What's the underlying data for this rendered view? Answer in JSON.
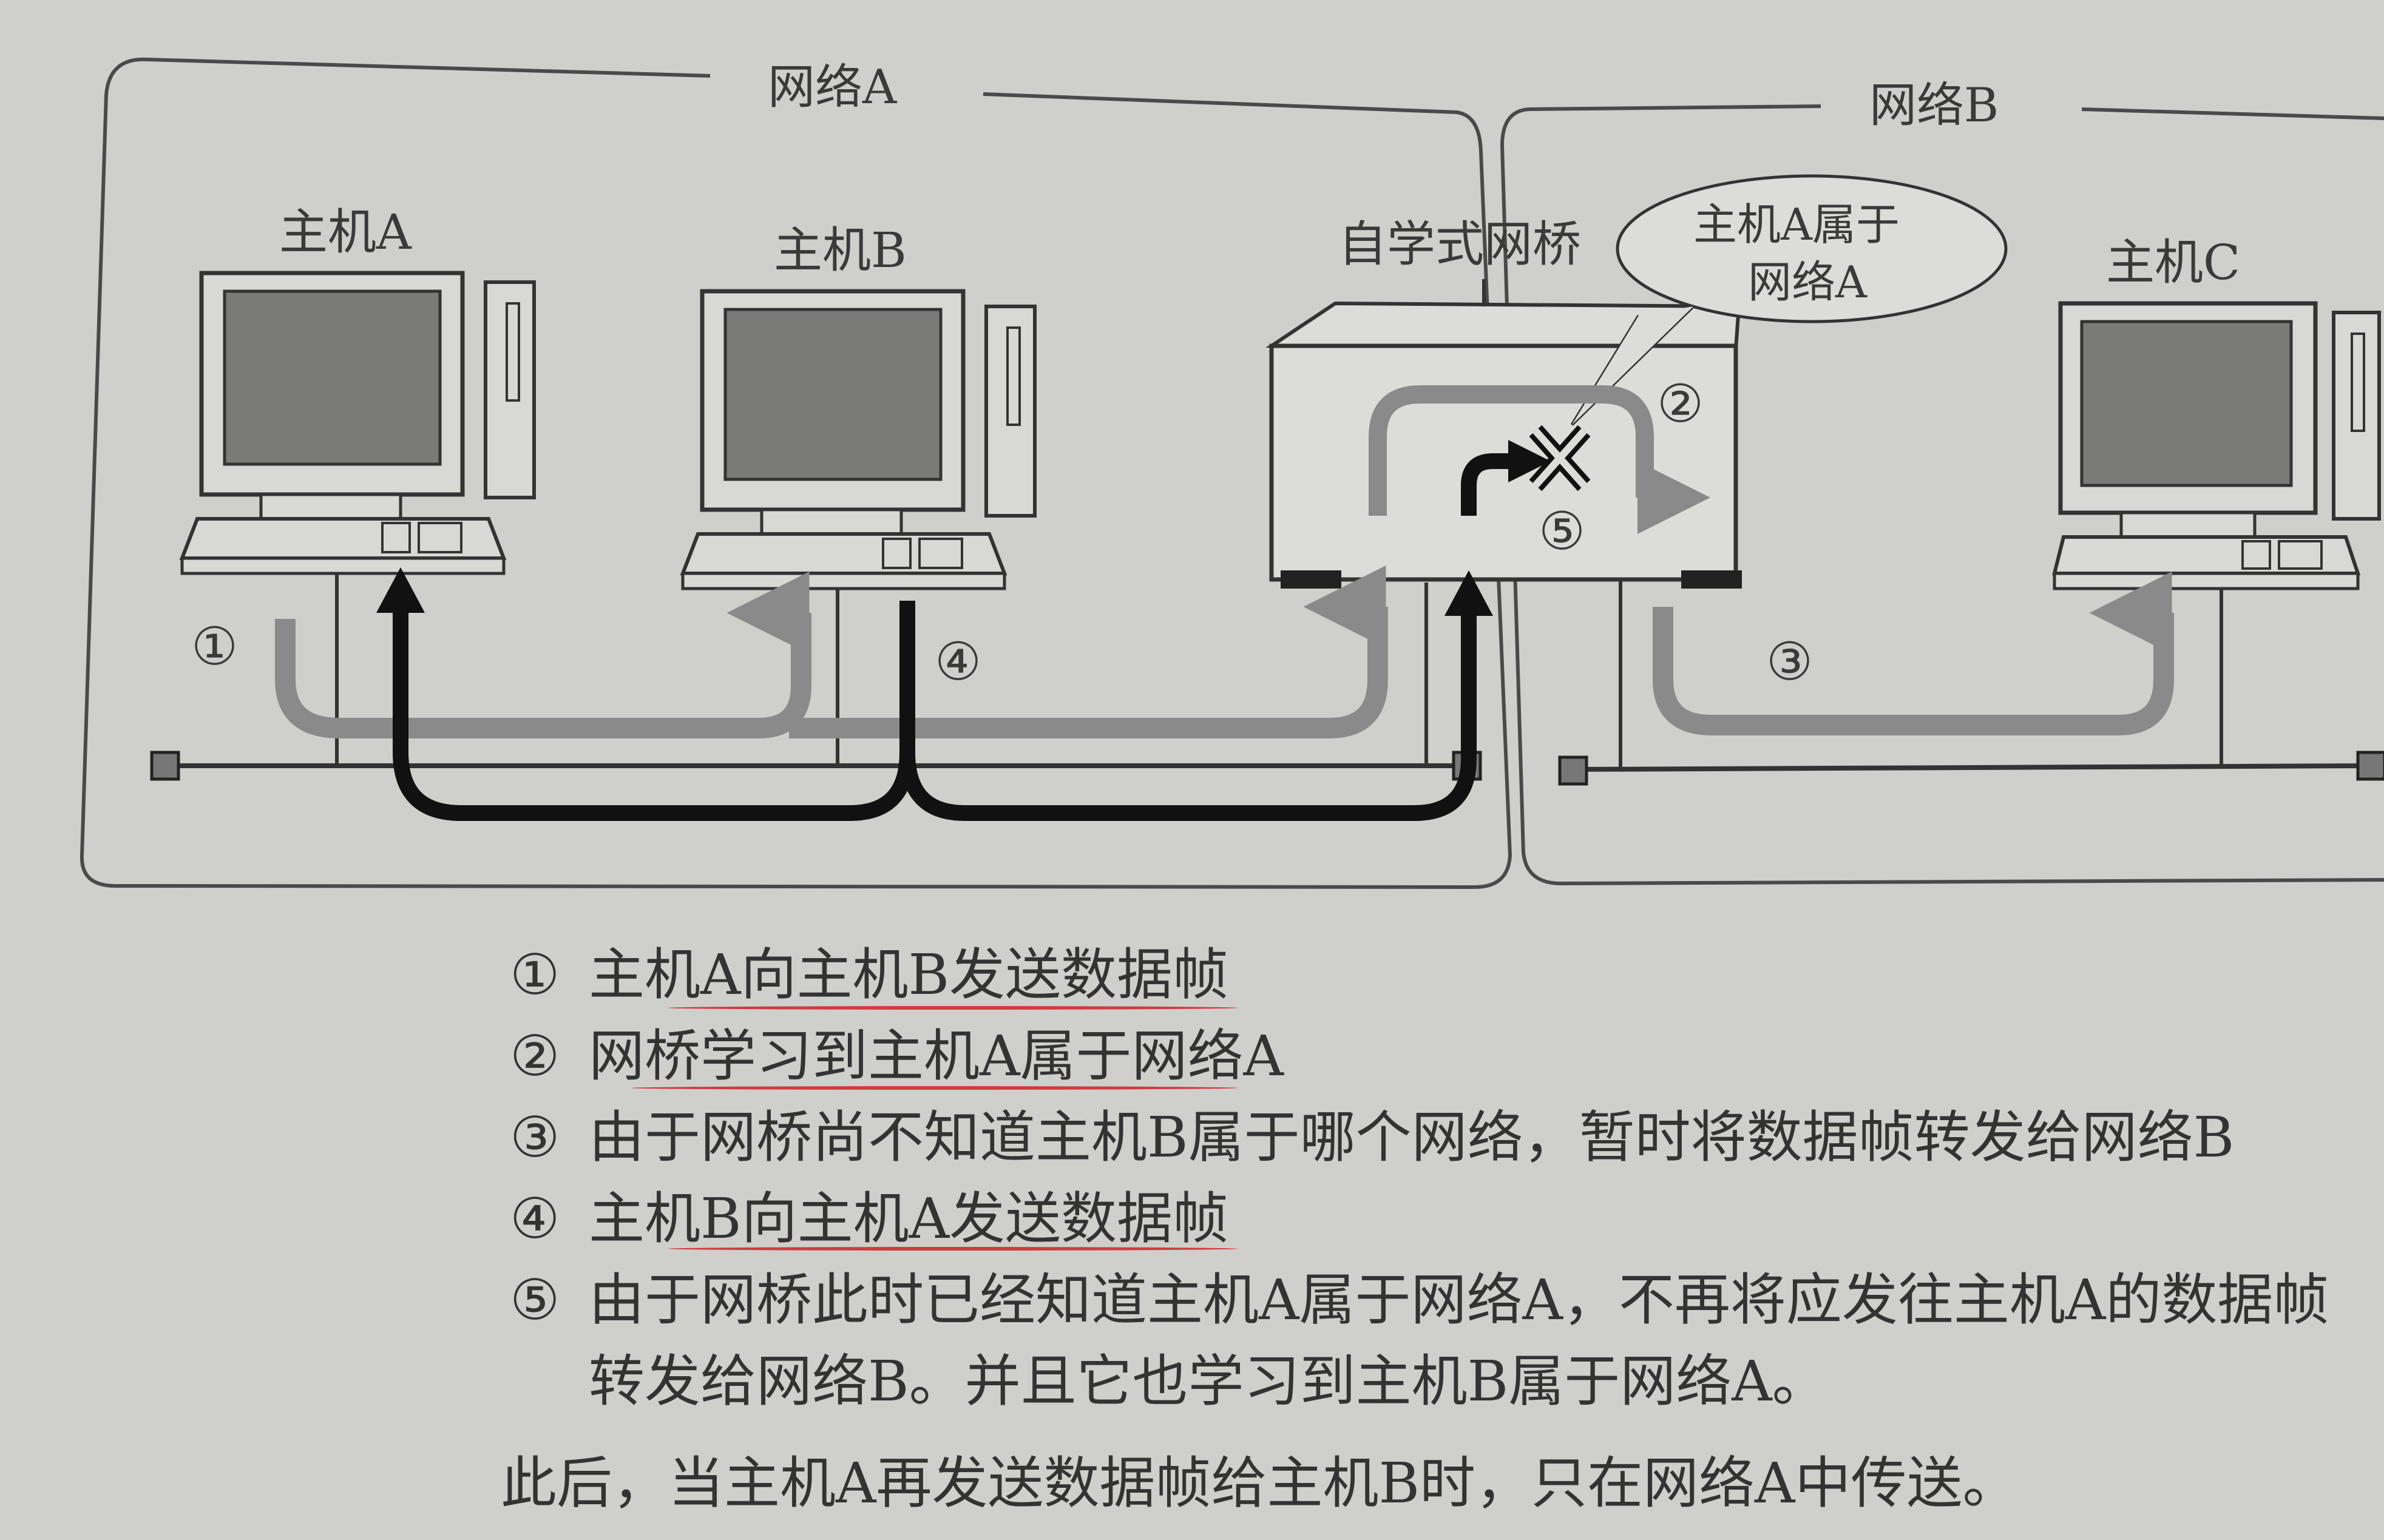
{
  "networks": {
    "a_label": "网络A",
    "b_label": "网络B"
  },
  "hosts": {
    "a": "主机A",
    "b": "主机B",
    "c": "主机C"
  },
  "bridge": {
    "label": "自学式网桥",
    "bubble_line1": "主机A属于",
    "bubble_line2": "网络A"
  },
  "markers": {
    "m1": "①",
    "m2": "②",
    "m3": "③",
    "m4": "④",
    "m5": "⑤"
  },
  "steps": [
    {
      "mark": "①",
      "text": "主机A向主机B发送数据帧"
    },
    {
      "mark": "②",
      "text": "网桥学习到主机A属于网络A"
    },
    {
      "mark": "③",
      "text": "由于网桥尚不知道主机B属于哪个网络，暂时将数据帧转发给网络B"
    },
    {
      "mark": "④",
      "text": "主机B向主机A发送数据帧"
    },
    {
      "mark": "⑤",
      "text": "由于网桥此时已经知道主机A属于网络A，不再将应发往主机A的数据帧转发给网络B。并且它也学习到主机B属于网络A。"
    }
  ],
  "conclusion": "此后，当主机A再发送数据帧给主机B时，只在网络A中传送。",
  "colors": {
    "gray_arrow": "#8a8a8a",
    "black_arrow": "#111111",
    "annotation_red": "#d0222a"
  }
}
